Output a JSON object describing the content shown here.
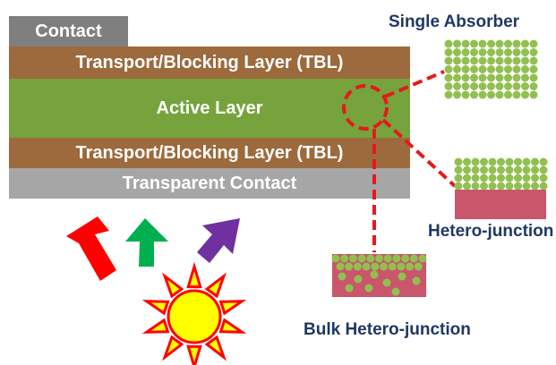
{
  "stack": {
    "contact": "Contact",
    "tbl_top": "Transport/Blocking Layer (TBL)",
    "active": "Active Layer",
    "tbl_bottom": "Transport/Blocking Layer (TBL)",
    "transparent_contact": "Transparent Contact"
  },
  "variants": {
    "single_absorber": "Single Absorber",
    "hetero_junction": "Hetero-junction",
    "bulk_hetero_junction": "Bulk Hetero-junction"
  },
  "colors": {
    "contact": "#7f7f7f",
    "tbl": "#9c6a3c",
    "active": "#76a33c",
    "transparent_contact": "#a6a6a6",
    "absorber_particle": "#92c050",
    "acceptor_layer": "#c9566b",
    "callout_line": "#e41a1c",
    "label_text": "#1f3864",
    "arrow_red": "#ff0000",
    "arrow_green": "#00b050",
    "arrow_purple": "#7030a0",
    "sun_fill": "#ffff00",
    "sun_outline": "#ff0000"
  },
  "icons": [
    "light-arrow-red",
    "light-arrow-green",
    "light-arrow-purple",
    "sun-icon"
  ]
}
